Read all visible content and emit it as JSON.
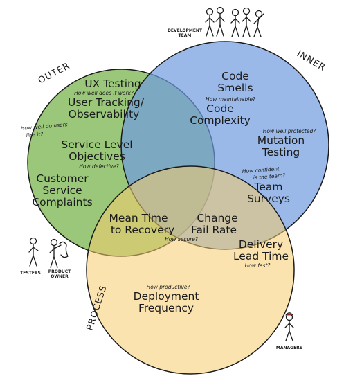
{
  "circles": {
    "outer": {
      "label": "OUTER",
      "color": "#8fc16a"
    },
    "inner": {
      "label": "INNER",
      "color": "#6f9be0"
    },
    "process": {
      "label": "PROCESS",
      "color": "#f5cc6e"
    }
  },
  "items": {
    "ux_testing": "UX Testing",
    "user_tracking_1": "User Tracking/",
    "user_tracking_2": "Observability",
    "slo_1": "Service Level",
    "slo_2": "Objectives",
    "csc_1": "Customer",
    "csc_2": "Service",
    "csc_3": "Complaints",
    "code_smells_1": "Code",
    "code_smells_2": "Smells",
    "code_complexity_1": "Code",
    "code_complexity_2": "Complexity",
    "mutation_1": "Mutation",
    "mutation_2": "Testing",
    "team_surveys_1": "Team",
    "team_surveys_2": "Surveys",
    "mttr_1": "Mean Time",
    "mttr_2": "to Recovery",
    "cfr_1": "Change",
    "cfr_2": "Fail Rate",
    "lead_time_1": "Delivery",
    "lead_time_2": "Lead Time",
    "deploy_freq_1": "Deployment",
    "deploy_freq_2": "Frequency"
  },
  "questions": {
    "how_well_work": "How well does it work?",
    "how_well_users_1": "How well do users",
    "how_well_users_2": "like it?",
    "how_defective": "How defective?",
    "how_maintainable": "How maintainable?",
    "how_protected": "How well protected?",
    "how_confident_1": "How confident",
    "how_confident_2": "is the team?",
    "how_secure": "How secure?",
    "how_fast": "How fast?",
    "how_productive": "How productive?"
  },
  "figures": {
    "dev_team_1": "DEVELOPMENT",
    "dev_team_2": "TEAM",
    "testers": "TESTERS",
    "product_owner_1": "PRODUCT",
    "product_owner_2": "OWNER",
    "managers": "MANAGERS"
  }
}
